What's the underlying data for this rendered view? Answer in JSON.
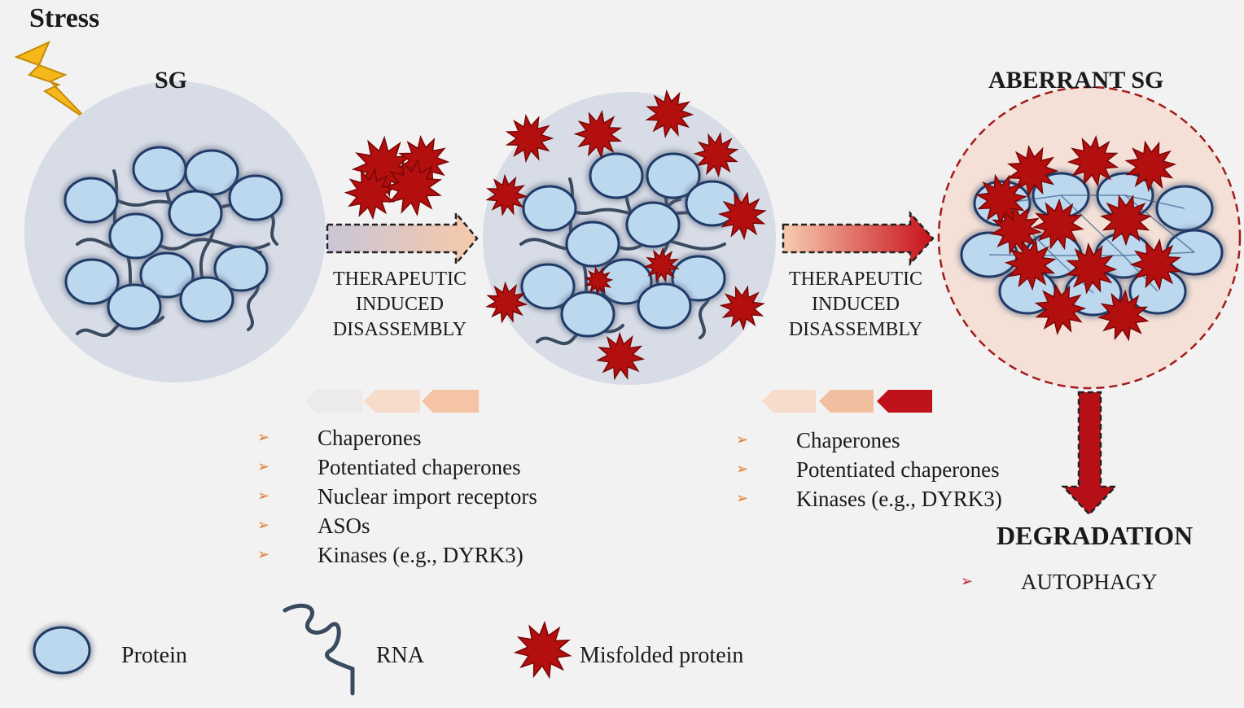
{
  "labels": {
    "stress": "Stress",
    "sg": "SG",
    "aberrant_sg": "ABERRANT SG",
    "degradation": "DEGRADATION"
  },
  "arrows": [
    {
      "line1": "THERAPEUTIC",
      "line2": "INDUCED",
      "line3": "DISASSEMBLY"
    },
    {
      "line1": "THERAPEUTIC",
      "line2": "INDUCED",
      "line3": "DISASSEMBLY"
    }
  ],
  "intervention_lists": [
    {
      "items": [
        "Chaperones",
        "Potentiated chaperones",
        "Nuclear import receptors",
        "ASOs",
        "Kinases (e.g., DYRK3)"
      ]
    },
    {
      "items": [
        "Chaperones",
        "Potentiated chaperones",
        "Kinases (e.g., DYRK3)"
      ]
    }
  ],
  "degradation_list": {
    "items": [
      "AUTOPHAGY"
    ]
  },
  "legend": {
    "protein": "Protein",
    "rna": "RNA",
    "misfolded": "Misfolded protein"
  },
  "colors": {
    "protein_fill": "#bcd8ef",
    "protein_stroke": "#1f3a66",
    "rna": "#3a4a5f",
    "misfolded": "#b40f0f",
    "sg_disc": "#d7dce6",
    "aberrant_disc": "#f4e0d6",
    "aberrant_border": "#a31b1b",
    "bullet_orange": "#e07a2e",
    "bullet_red": "#c0192a",
    "bolt": "#f5b81a"
  },
  "icons": {
    "stress": "lightning-bolt-icon",
    "bullet": "arrowhead-bullet-icon"
  }
}
